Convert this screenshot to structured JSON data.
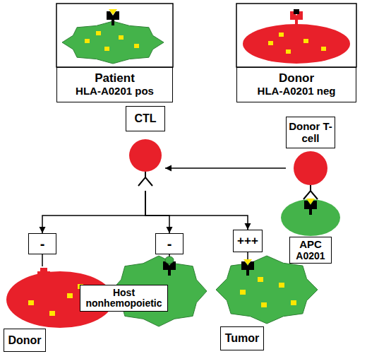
{
  "diagram": {
    "nodes": [
      {
        "text": [
          "Patient",
          "HLA-A0201 pos"
        ]
      },
      {
        "text": [
          "Donor",
          "HLA-A0201 neg"
        ]
      },
      {
        "text": [
          "CTL"
        ]
      },
      {
        "text": [
          "Donor T-cell"
        ]
      },
      {
        "text": [
          "APC",
          "A0201"
        ]
      },
      {
        "text": [
          "-"
        ]
      },
      {
        "text": [
          "-"
        ]
      },
      {
        "text": [
          "+++"
        ]
      },
      {
        "text": [
          "Donor"
        ]
      },
      {
        "text": [
          "Host nonhemopoietic"
        ]
      },
      {
        "text": [
          "Tumor"
        ]
      }
    ],
    "edges": [
      {
        "from": 3,
        "to": 2,
        "arrow": "to"
      },
      {
        "from": 2,
        "to": 5,
        "arrow": "to"
      },
      {
        "from": 2,
        "to": 6,
        "arrow": "to"
      },
      {
        "from": 2,
        "to": 7,
        "arrow": "to"
      }
    ]
  }
}
